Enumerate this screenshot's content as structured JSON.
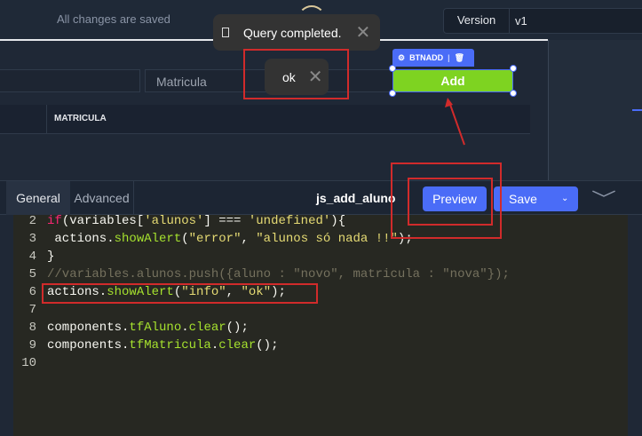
{
  "topbar": {
    "saved_status": "All changes are saved",
    "version_label": "Version",
    "version_value": "v1"
  },
  "canvas": {
    "input_placeholder": "Matricula",
    "table_columns": [
      "",
      "MATRICULA"
    ],
    "button_tag": "BTNADD",
    "add_button": "Add"
  },
  "toasts": [
    {
      "message": "Query completed."
    },
    {
      "message": "ok"
    }
  ],
  "query_panel": {
    "tabs": [
      "General",
      "Advanced"
    ],
    "title": "js_add_aluno",
    "preview_label": "Preview",
    "save_label": "Save"
  },
  "code": [
    {
      "n": "2",
      "tokens": [
        [
          "k",
          "if"
        ],
        [
          "",
          "(variables["
        ],
        [
          "s",
          "'alunos'"
        ],
        [
          "",
          "] === "
        ],
        [
          "s",
          "'undefined'"
        ],
        [
          "",
          "){"
        ]
      ]
    },
    {
      "n": "3",
      "tokens": [
        [
          "",
          " actions."
        ],
        [
          "f",
          "showAlert"
        ],
        [
          "",
          "("
        ],
        [
          "s",
          "\"error\""
        ],
        [
          "",
          ", "
        ],
        [
          "s",
          "\"alunos só nada !!\""
        ],
        [
          "",
          ");"
        ]
      ]
    },
    {
      "n": "4",
      "tokens": [
        [
          "",
          "}"
        ]
      ]
    },
    {
      "n": "5",
      "tokens": [
        [
          "c",
          "//variables.alunos.push({aluno : \"novo\", matricula : \"nova\"});"
        ]
      ]
    },
    {
      "n": "6",
      "tokens": [
        [
          "",
          "actions."
        ],
        [
          "f",
          "showAlert"
        ],
        [
          "",
          "("
        ],
        [
          "s",
          "\"info\""
        ],
        [
          "",
          ", "
        ],
        [
          "s",
          "\"ok\""
        ],
        [
          "",
          ");"
        ]
      ]
    },
    {
      "n": "7",
      "tokens": []
    },
    {
      "n": "8",
      "tokens": [
        [
          "",
          "components."
        ],
        [
          "f",
          "tfAluno"
        ],
        [
          "",
          "."
        ],
        [
          "f",
          "clear"
        ],
        [
          "",
          "();"
        ]
      ]
    },
    {
      "n": "9",
      "tokens": [
        [
          "",
          "components."
        ],
        [
          "f",
          "tfMatricula"
        ],
        [
          "",
          "."
        ],
        [
          "f",
          "clear"
        ],
        [
          "",
          "();"
        ]
      ]
    },
    {
      "n": "10",
      "tokens": []
    }
  ],
  "colors": {
    "accent": "#4a6cf7",
    "add_button": "#7ed321",
    "annotation": "#d12b2b",
    "editor_bg": "#272822"
  }
}
